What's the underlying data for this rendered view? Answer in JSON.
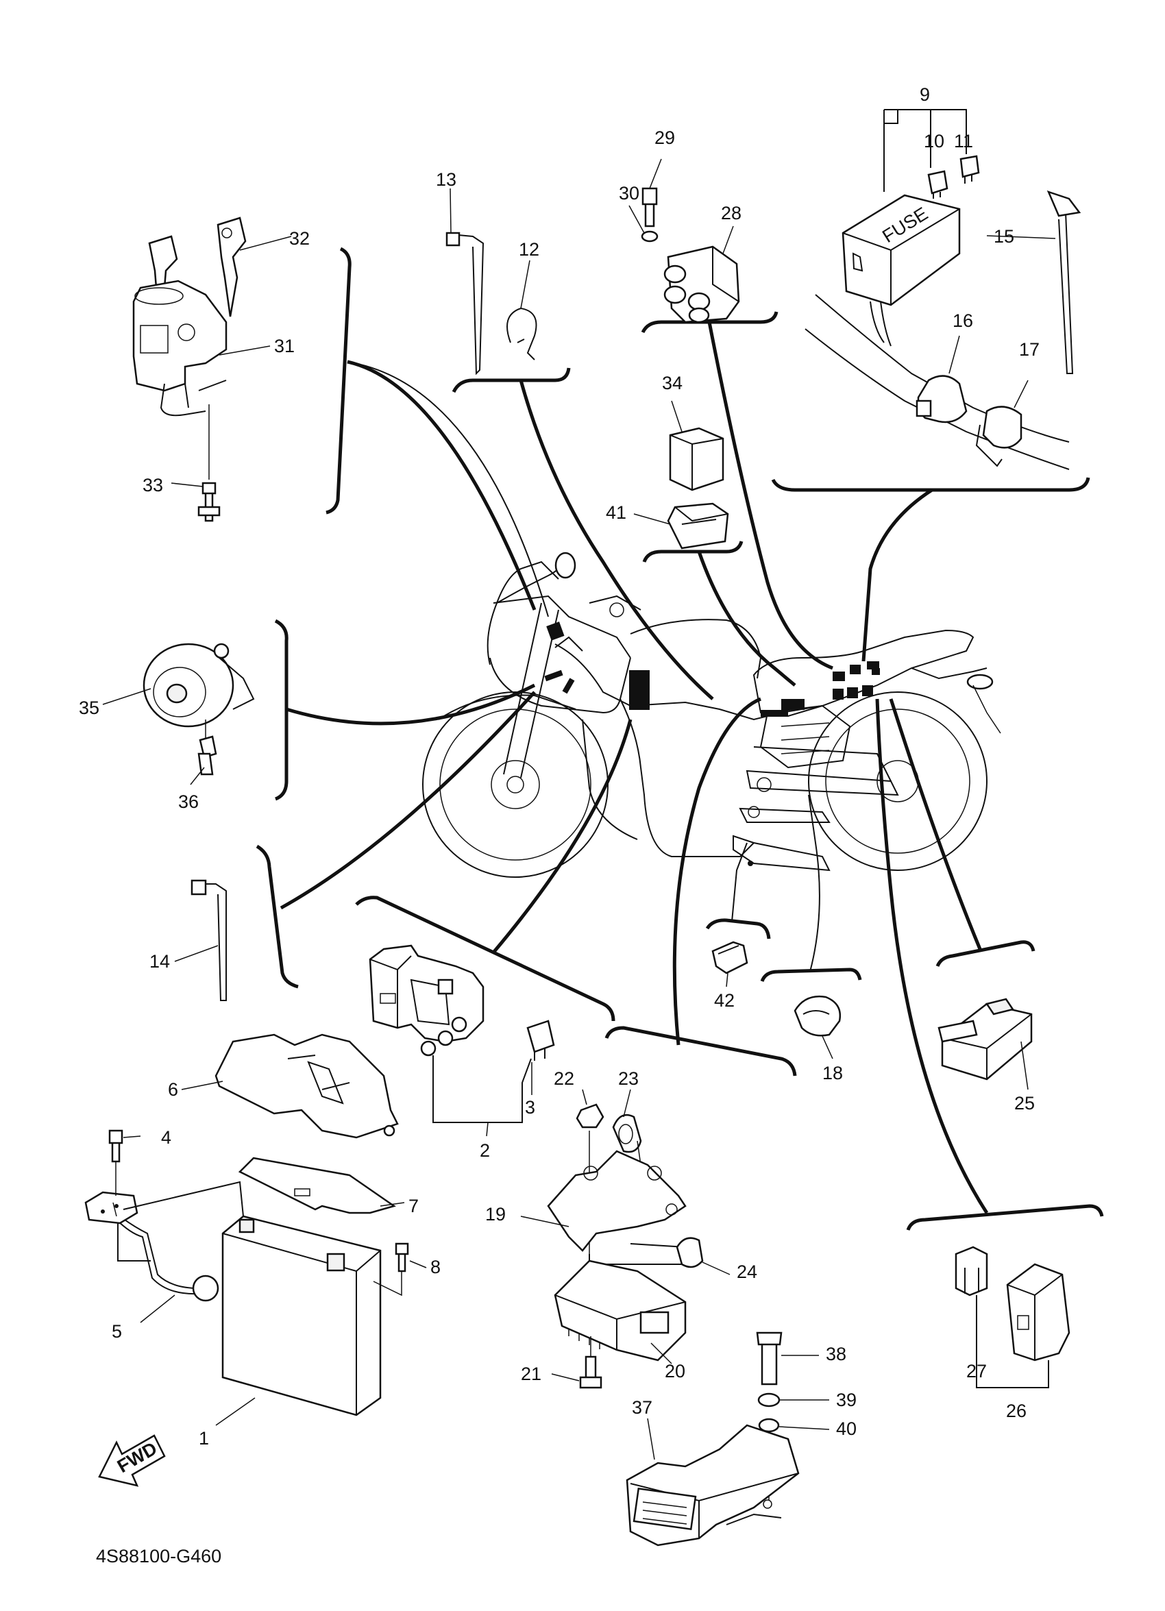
{
  "diagram_code": "4S88100-G460",
  "fwd_label": "FWD",
  "fuse_label": "FUSE",
  "part_numbers": {
    "p1": "1",
    "p2": "2",
    "p3": "3",
    "p4": "4",
    "p5": "5",
    "p6": "6",
    "p7": "7",
    "p8": "8",
    "p9": "9",
    "p10": "10",
    "p11": "11",
    "p12": "12",
    "p13": "13",
    "p14": "14",
    "p15": "15",
    "p16": "16",
    "p17": "17",
    "p18": "18",
    "p19": "19",
    "p20": "20",
    "p21": "21",
    "p22": "22",
    "p23": "23",
    "p24": "24",
    "p25": "25",
    "p26": "26",
    "p27": "27",
    "p28": "28",
    "p29": "29",
    "p30": "30",
    "p31": "31",
    "p32": "32",
    "p33": "33",
    "p34": "34",
    "p35": "35",
    "p36": "36",
    "p37": "37",
    "p38": "38",
    "p39": "39",
    "p40": "40",
    "p41": "41",
    "p42": "42"
  }
}
